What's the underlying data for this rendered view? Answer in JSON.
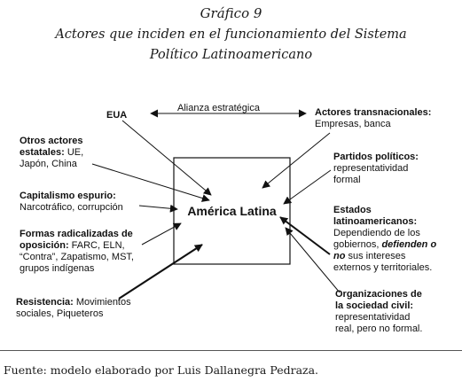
{
  "title": {
    "line1": "Gráfico 9",
    "line2": "Actores que inciden en el funcionamiento del Sistema",
    "line3": "Político Latinoamericano"
  },
  "center": "América Latina",
  "alliance": "Alianza estratégica",
  "actors": {
    "eua": "EUA",
    "transnacionales": {
      "bold": "Actores transnacionales:",
      "line2": "Empresas, banca"
    },
    "otros": {
      "line1": "Otros actores",
      "bold2": "estatales:",
      "rest2": " UE,",
      "line3": "Japón, China"
    },
    "partidos": {
      "bold": "Partidos políticos:",
      "line2": "representatividad",
      "line3": "formal"
    },
    "capitalismo": {
      "bold": "Capitalismo espurio:",
      "line2": "Narcotráfico, corrupción"
    },
    "estados": {
      "line1": "Estados",
      "line2": "latinoamericanos:",
      "line3": "Dependiendo de los",
      "line4a": "gobiernos, ",
      "line4b": "defienden o",
      "line5a": "no",
      "line5b": " sus intereses",
      "line6": "externos y territoriales."
    },
    "formas": {
      "line1": "Formas radicalizadas de",
      "bold2": "oposición:",
      "rest2": " FARC, ELN,",
      "line3": "“Contra”, Zapatismo, MST,",
      "line4": "grupos indígenas"
    },
    "organizaciones": {
      "line1": "Organizaciones de",
      "line2": "la sociedad civil:",
      "line3": "representatividad",
      "line4": "real, pero no formal."
    },
    "resistencia": {
      "bold": "Resistencia:",
      "rest": " Movimientos",
      "line2": "sociales, Piqueteros"
    }
  },
  "source": "Fuente: modelo elaborado por Luis Dallanegra Pedraza.",
  "colors": {
    "ink": "#111111",
    "rule": "#555555"
  }
}
